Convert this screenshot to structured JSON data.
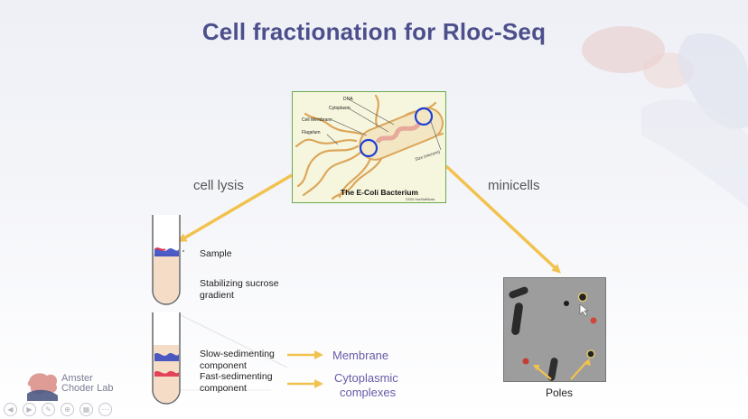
{
  "slide": {
    "title": "Cell fractionation for Rloc-Seq",
    "colors": {
      "title": "#4d4f8c",
      "arrow": "#f2c24e",
      "accent": "#6a5aa8"
    }
  },
  "bacterium": {
    "caption": "The E-Coli Bacterium",
    "labels": {
      "dna": "DNA",
      "cytoplasm": "Cytoplasm",
      "cell_membrane": "Cell Membrane",
      "flagelum": "Flagelum",
      "size": "Size (microns)"
    },
    "copyright": "©2001 HowStuffWorks"
  },
  "arrows": {
    "left": "cell lysis",
    "right": "minicells"
  },
  "tube1": {
    "sample": "Sample",
    "gradient_line1": "Stabilizing sucrose",
    "gradient_line2": "gradient"
  },
  "tube2": {
    "slow_line1": "Slow-sedimenting",
    "slow_line2": "component",
    "fast_line1": "Fast-sedimenting",
    "fast_line2": "component"
  },
  "fractions": {
    "membrane": "Membrane",
    "cyto_line1": "Cytoplasmic",
    "cyto_line2": "complexes"
  },
  "micrograph": {
    "poles": "Poles"
  },
  "logo": {
    "line1": "Amster",
    "line2": "Choder Lab"
  },
  "nav": {
    "icons": [
      "back-icon",
      "forward-icon",
      "pen-icon",
      "zoom-icon",
      "slides-icon",
      "more-icon"
    ]
  }
}
